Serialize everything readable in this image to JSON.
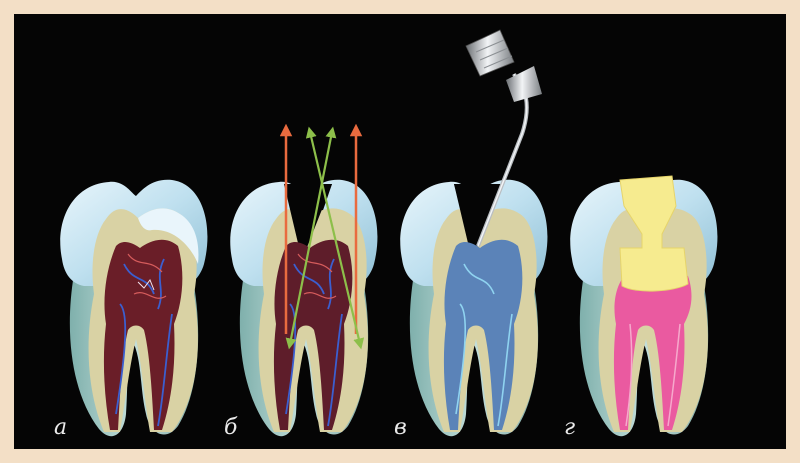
{
  "panels": [
    {
      "id": "a",
      "label": "а",
      "stage": "infected-pulp"
    },
    {
      "id": "b",
      "label": "б",
      "stage": "pulp-removal-and-canal-shaping"
    },
    {
      "id": "c",
      "label": "в",
      "stage": "irrigation"
    },
    {
      "id": "d",
      "label": "г",
      "stage": "filling-and-restoration"
    }
  ],
  "colors": {
    "background": "#050505",
    "border": "#f3dfc6",
    "enamel": "#bfe0ef",
    "dentin": "#d9d2a4",
    "root": "#b9d4d1",
    "pulp_infected": "#6a1e28",
    "pulp_clean": "#5b83b8",
    "filling_pink": "#ea5aa0",
    "restoration": "#f6eb8f",
    "arrow_orange": "#e96b3f",
    "arrow_green": "#8dbf4a"
  }
}
